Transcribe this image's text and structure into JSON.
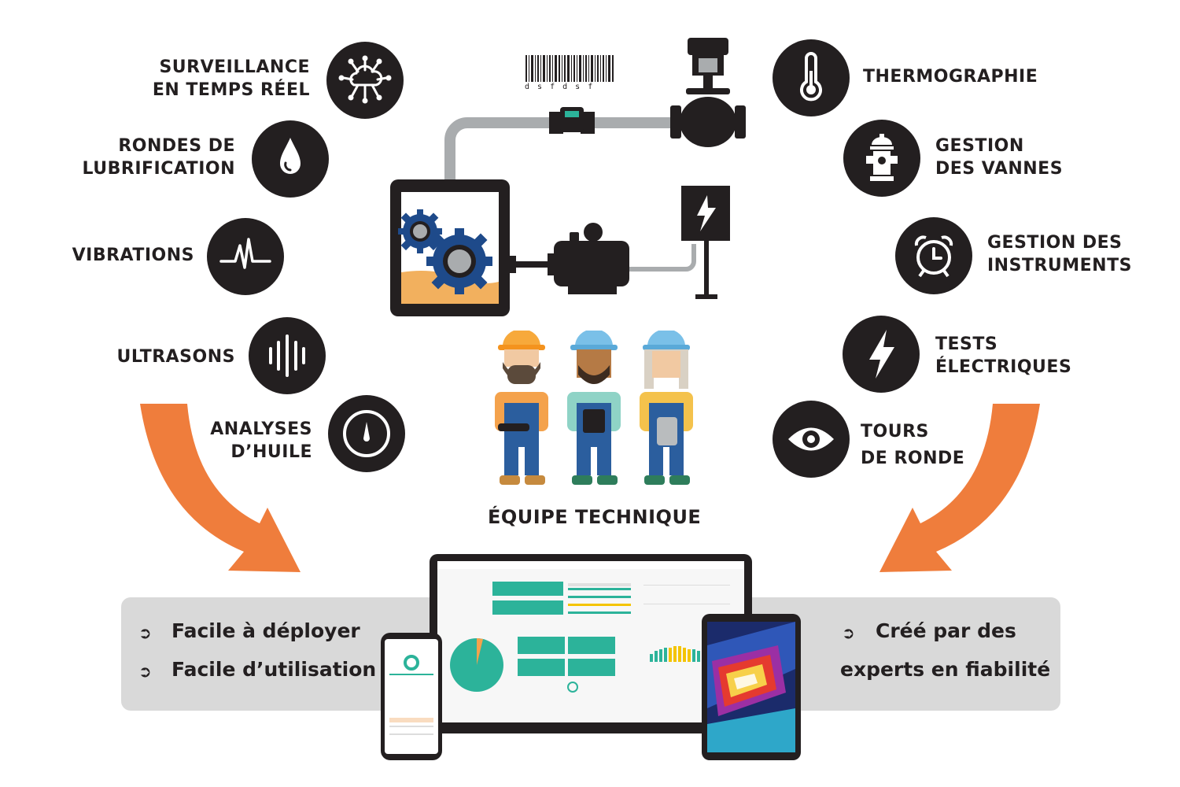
{
  "left_items": [
    {
      "id": "surveillance",
      "lines": [
        "SURVEILLANCE",
        "EN TEMPS RÉEL"
      ],
      "icon": "cloud-network-icon"
    },
    {
      "id": "lubrification",
      "lines": [
        "RONDES DE",
        "LUBRIFICATION"
      ],
      "icon": "oil-drop-icon"
    },
    {
      "id": "vibrations",
      "lines": [
        "VIBRATIONS"
      ],
      "icon": "vibration-wave-icon"
    },
    {
      "id": "ultrasons",
      "lines": [
        "ULTRASONS"
      ],
      "icon": "ultrasound-bars-icon"
    },
    {
      "id": "huile",
      "lines": [
        "ANALYSES",
        "D’HUILE"
      ],
      "icon": "oil-gauge-icon"
    }
  ],
  "right_items": [
    {
      "id": "thermographie",
      "lines": [
        "THERMOGRAPHIE"
      ],
      "icon": "thermometer-icon"
    },
    {
      "id": "vannes",
      "lines": [
        "GESTION",
        "DES VANNES"
      ],
      "icon": "hydrant-icon"
    },
    {
      "id": "instruments",
      "lines": [
        "GESTION DES",
        "INSTRUMENTS"
      ],
      "icon": "alarm-clock-icon"
    },
    {
      "id": "electriques",
      "lines": [
        "TESTS",
        "ÉLECTRIQUES"
      ],
      "icon": "lightning-icon"
    },
    {
      "id": "ronde",
      "lines": [
        "TOURS",
        "DE RONDE"
      ],
      "icon": "eye-icon"
    }
  ],
  "barcode_text": "d s f d s f",
  "team_label": "ÉQUIPE TECHNIQUE",
  "features_left": [
    "Facile à déployer",
    "Facile d’utilisation"
  ],
  "features_right": [
    "Créé par des",
    "experts en fiabilité"
  ],
  "bullet_glyph": "➲",
  "colors": {
    "dark": "#231f20",
    "orange": "#ef7d3c",
    "gray": "#d9d9d9",
    "teal": "#2cb39a",
    "pipe": "#a9acae"
  }
}
